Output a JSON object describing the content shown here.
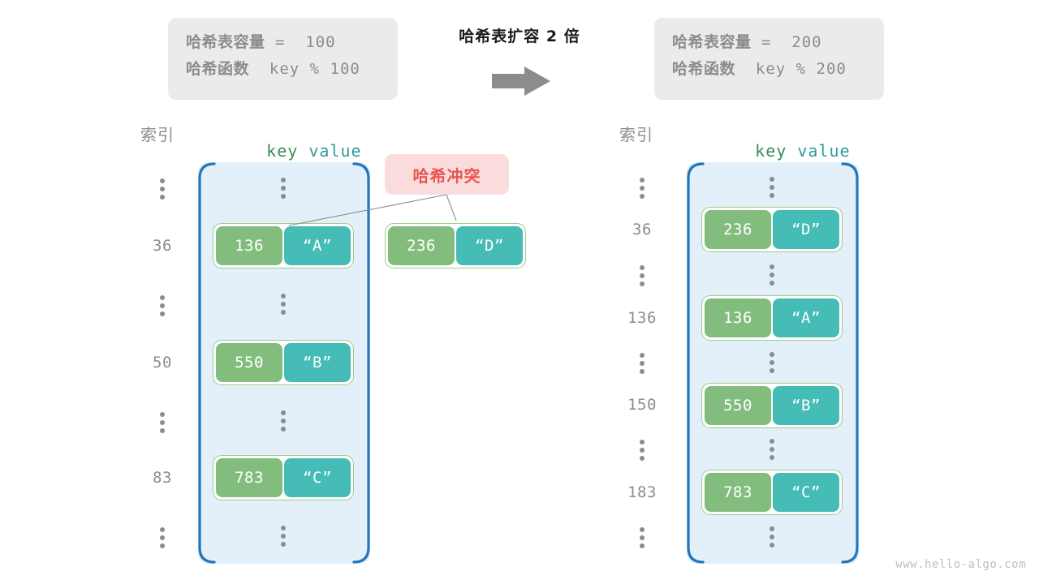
{
  "title": "哈希表扩容 2 倍",
  "watermark": "www.hello-algo.com",
  "colors": {
    "key_cell": "#82bd7e",
    "value_cell": "#45bcb5",
    "pair_border": "#9ccc8d",
    "table_fill": "#e3f0fa",
    "table_border": "#2176bd",
    "badge_bg": "#fbdcdc",
    "badge_text": "#e8554e",
    "info_bg": "#ebebeb",
    "muted_text": "#8c8c8c",
    "arrow": "#8c8c8c"
  },
  "info_left": {
    "capacity_label": "哈希表容量",
    "capacity_value": " =  100",
    "function_label": "哈希函数",
    "function_value": "  key % 100"
  },
  "info_right": {
    "capacity_label": "哈希表容量",
    "capacity_value": " =  200",
    "function_label": "哈希函数",
    "function_value": "  key % 200"
  },
  "headers": {
    "index": "索引",
    "key": "key",
    "value": "value"
  },
  "collision_badge": "哈希冲突",
  "ellipsis": "⋮",
  "left_table": {
    "rows": [
      {
        "type": "ellipsis",
        "index": "⋮"
      },
      {
        "type": "entry",
        "index": "36",
        "key": "136",
        "value": "“A”"
      },
      {
        "type": "ellipsis",
        "index": "⋮"
      },
      {
        "type": "entry",
        "index": "50",
        "key": "550",
        "value": "“B”"
      },
      {
        "type": "ellipsis",
        "index": "⋮"
      },
      {
        "type": "entry",
        "index": "83",
        "key": "783",
        "value": "“C”"
      },
      {
        "type": "ellipsis",
        "index": "⋮"
      }
    ]
  },
  "colliding_pair": {
    "key": "236",
    "value": "“D”"
  },
  "right_table": {
    "rows": [
      {
        "type": "ellipsis",
        "index": "⋮"
      },
      {
        "type": "entry",
        "index": "36",
        "key": "236",
        "value": "“D”"
      },
      {
        "type": "ellipsis",
        "index": "⋮"
      },
      {
        "type": "entry",
        "index": "136",
        "key": "136",
        "value": "“A”"
      },
      {
        "type": "ellipsis",
        "index": "⋮"
      },
      {
        "type": "entry",
        "index": "150",
        "key": "550",
        "value": "“B”"
      },
      {
        "type": "ellipsis",
        "index": "⋮"
      },
      {
        "type": "entry",
        "index": "183",
        "key": "783",
        "value": "“C”"
      },
      {
        "type": "ellipsis",
        "index": "⋮"
      }
    ]
  }
}
